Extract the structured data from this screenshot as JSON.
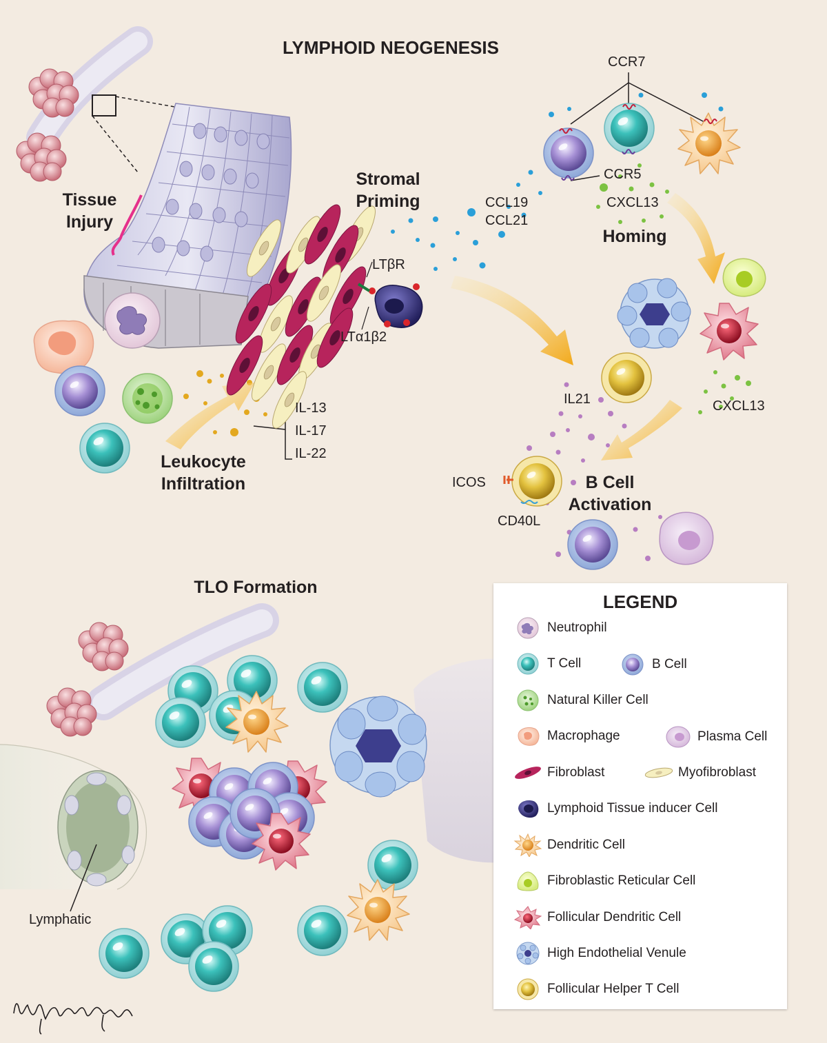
{
  "title": "LYMPHOID NEOGENESIS",
  "stages": {
    "tissue_injury": "Tissue\nInjury",
    "stromal_priming": "Stromal\nPriming",
    "homing": "Homing",
    "leukocyte_infiltration": "Leukocyte\nInfiltration",
    "b_cell_activation": "B Cell\nActivation",
    "tlo_formation": "TLO Formation"
  },
  "molecules": {
    "ccr7": "CCR7",
    "ccr5": "CCR5",
    "cxcl13_top": "CXCL13",
    "ccl19": "CCL19",
    "ccl21": "CCL21",
    "ltbr": "LTβR",
    "lta1b2": "LTα1β2",
    "il13": "IL-13",
    "il17": "IL-17",
    "il22": "IL-22",
    "il21": "IL21",
    "cxcl13_right": "CXCL13",
    "icos": "ICOS",
    "cd40l": "CD40L",
    "lymphatic": "Lymphatic"
  },
  "legend": {
    "title": "LEGEND",
    "items": [
      {
        "label": "Neutrophil",
        "icon": "neutrophil-icon"
      },
      {
        "label": "T Cell",
        "icon": "t-cell-icon"
      },
      {
        "label": "B Cell",
        "icon": "b-cell-icon"
      },
      {
        "label": "Natural Killer Cell",
        "icon": "nk-cell-icon"
      },
      {
        "label": "Macrophage",
        "icon": "macrophage-icon"
      },
      {
        "label": "Plasma Cell",
        "icon": "plasma-cell-icon"
      },
      {
        "label": "Fibroblast",
        "icon": "fibroblast-icon"
      },
      {
        "label": "Myofibroblast",
        "icon": "myofibroblast-icon"
      },
      {
        "label": "Lymphoid Tissue inducer Cell",
        "icon": "lti-cell-icon"
      },
      {
        "label": "Dendritic Cell",
        "icon": "dendritic-cell-icon"
      },
      {
        "label": "Fibroblastic Reticular Cell",
        "icon": "frc-icon"
      },
      {
        "label": "Follicular Dendritic Cell",
        "icon": "fdc-icon"
      },
      {
        "label": "High Endothelial Venule",
        "icon": "hev-icon"
      },
      {
        "label": "Follicular Helper T Cell",
        "icon": "tfh-icon"
      }
    ]
  },
  "colors": {
    "background": "#f3ebe1",
    "t_cell": "#3cc1bb",
    "b_cell": "#9b87c9",
    "fibroblast": "#b7245c",
    "myofibroblast": "#f6efc0",
    "dendritic": "#f0a640",
    "fdc": "#c41e3a",
    "ccl_dots": "#2a9fd8",
    "cxcl13_dots": "#7cc242",
    "il_dots": "#b77dc1",
    "il_cytokines": "#e3a81f",
    "arrow": "#f2b632"
  }
}
